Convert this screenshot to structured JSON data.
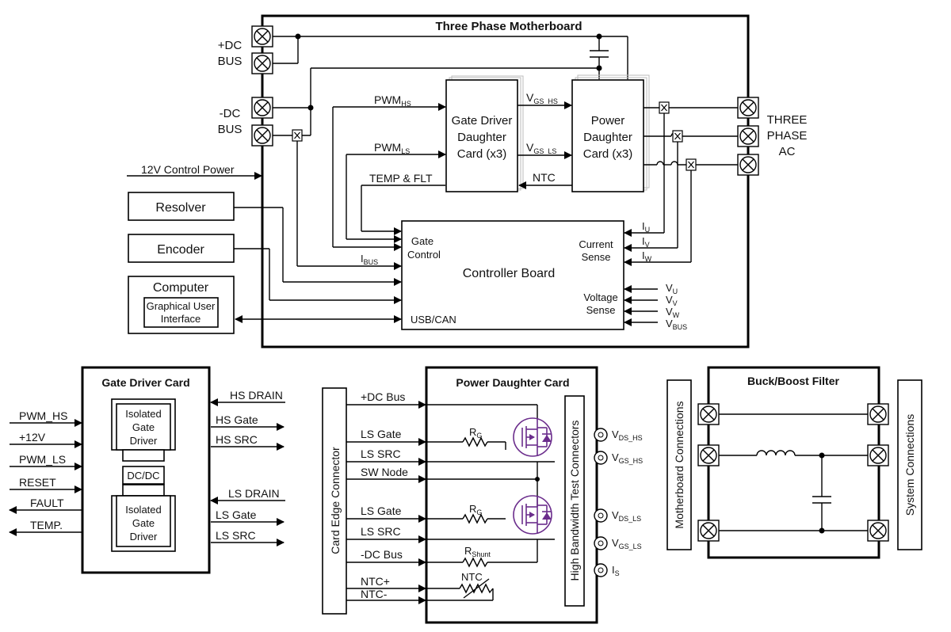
{
  "motherboard": {
    "title": "Three Phase Motherboard",
    "dc_pos_1": "+DC",
    "dc_pos_2": "BUS",
    "dc_neg_1": "-DC",
    "dc_neg_2": "BUS",
    "ac_1": "THREE",
    "ac_2": "PHASE",
    "ac_3": "AC",
    "control_power": "12V Control Power",
    "pwm_hs": "PWM",
    "pwm_hs_sub": "HS",
    "pwm_ls": "PWM",
    "pwm_ls_sub": "LS",
    "temp_flt": "TEMP & FLT",
    "vgs_hs": "V",
    "vgs_hs_sub": "GS_HS",
    "vgs_ls": "V",
    "vgs_ls_sub": "GS_LS",
    "ntc": "NTC",
    "ibus": "I",
    "ibus_sub": "BUS",
    "gate_driver_card_1": "Gate Driver",
    "gate_driver_card_2": "Daughter",
    "gate_driver_card_3": "Card (x3)",
    "power_card_1": "Power",
    "power_card_2": "Daughter",
    "power_card_3": "Card (x3)",
    "controller": {
      "title": "Controller Board",
      "gate_1": "Gate",
      "gate_2": "Control",
      "current_1": "Current",
      "current_2": "Sense",
      "voltage_1": "Voltage",
      "voltage_2": "Sense",
      "usb": "USB/CAN"
    },
    "iu": "I",
    "iu_sub": "U",
    "iv": "I",
    "iv_sub": "V",
    "iw": "I",
    "iw_sub": "W",
    "vu": "V",
    "vu_sub": "U",
    "vv": "V",
    "vv_sub": "V",
    "vw": "V",
    "vw_sub": "W",
    "vbus": "V",
    "vbus_sub": "BUS",
    "resolver": "Resolver",
    "encoder": "Encoder",
    "computer": "Computer",
    "gui_1": "Graphical User",
    "gui_2": "Interface"
  },
  "gate_driver": {
    "title": "Gate Driver Card",
    "inputs": [
      "PWM_HS",
      "+12V",
      "PWM_LS",
      "RESET",
      "FAULT",
      "TEMP."
    ],
    "outputs": [
      "HS DRAIN",
      "HS Gate",
      "HS SRC",
      "LS DRAIN",
      "LS Gate",
      "LS SRC"
    ],
    "iso_1": "Isolated",
    "iso_2": "Gate",
    "iso_3": "Driver",
    "dcdc": "DC/DC"
  },
  "power_card": {
    "title": "Power Daughter Card",
    "edge": "Card Edge Connector",
    "hb": "High Bandwidth Test Connectors",
    "signals": [
      "+DC Bus",
      "LS Gate",
      "LS SRC",
      "SW Node",
      "LS Gate",
      "LS SRC",
      "-DC Bus",
      "NTC+",
      "NTC-"
    ],
    "rg": "R",
    "rg_sub": "G",
    "rshunt": "R",
    "rshunt_sub": "Shunt",
    "ntc": "NTC",
    "test": [
      {
        "m": "V",
        "s": "DS_HS"
      },
      {
        "m": "V",
        "s": "GS_HS"
      },
      {
        "m": "V",
        "s": "DS_LS"
      },
      {
        "m": "V",
        "s": "GS_LS"
      },
      {
        "m": "I",
        "s": "S"
      }
    ]
  },
  "filter": {
    "title": "Buck/Boost Filter",
    "left": "Motherboard Connections",
    "right": "System Connections"
  }
}
